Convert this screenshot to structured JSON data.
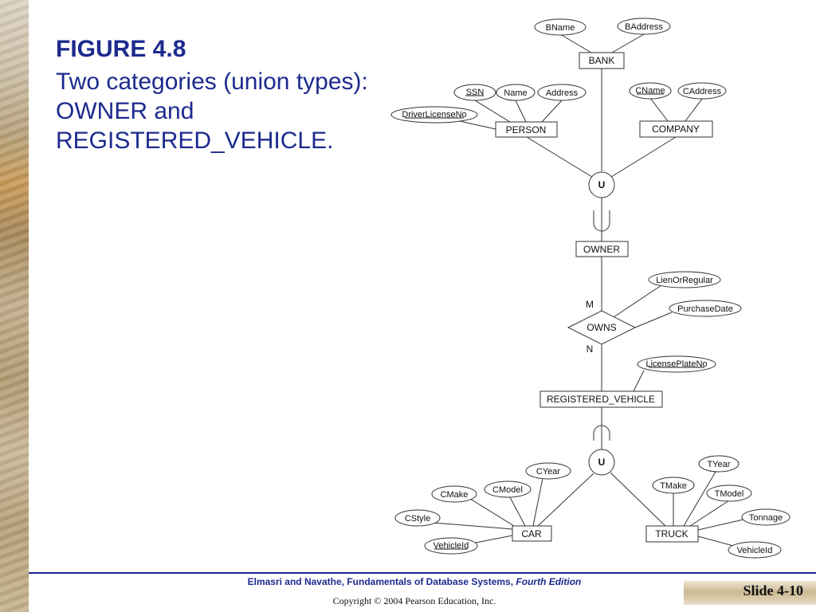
{
  "slide": {
    "figure_title": "FIGURE 4.8",
    "caption": "Two categories (union types): OWNER and REGISTERED_VEHICLE.",
    "footer": {
      "credit_main": "Elmasri and Navathe, Fundamentals of Database Systems, ",
      "credit_edition": "Fourth Edition",
      "copyright": "Copyright © 2004 Pearson Education, Inc.",
      "slide_number": "Slide 4-10"
    }
  },
  "diagram": {
    "entities": {
      "bank": "BANK",
      "person": "PERSON",
      "company": "COMPANY",
      "owner": "OWNER",
      "registered_vehicle": "REGISTERED_VEHICLE",
      "car": "CAR",
      "truck": "TRUCK"
    },
    "attributes": {
      "bname": "BName",
      "baddress": "BAddress",
      "ssn": "SSN",
      "name": "Name",
      "address": "Address",
      "driver_license_no": "DriverLicenseNo",
      "cname": "CName",
      "caddress": "CAddress",
      "lien_or_regular": "LienOrRegular",
      "purchase_date": "PurchaseDate",
      "license_plate_no": "LicensePlateNo",
      "cyear": "CYear",
      "cmake": "CMake",
      "cmodel": "CModel",
      "cstyle": "CStyle",
      "car_vehicle_id": "VehicleId",
      "tyear": "TYear",
      "tmake": "TMake",
      "tmodel": "TModel",
      "tonnage": "Tonnage",
      "truck_vehicle_id": "VehicleId"
    },
    "relationship": "OWNS",
    "cardinality": {
      "owner_side": "M",
      "vehicle_side": "N"
    },
    "union_label": "U"
  }
}
